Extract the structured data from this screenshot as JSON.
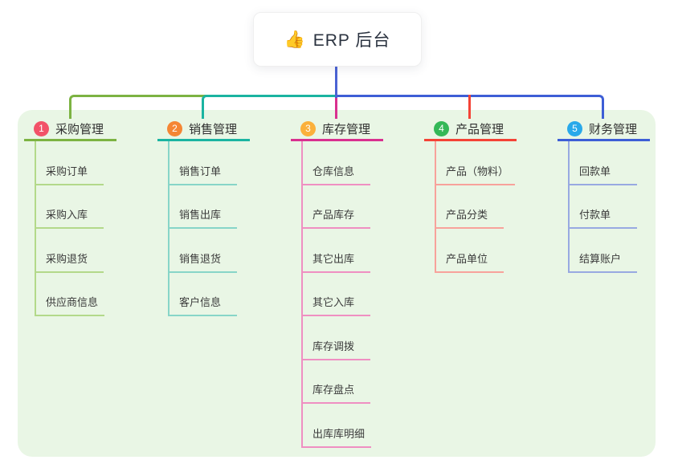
{
  "root": {
    "icon": "👍",
    "title": "ERP 后台",
    "line_color": "#4b63d4"
  },
  "panel_color": "#e9f6e5",
  "branches": [
    {
      "index": "1",
      "title": "采购管理",
      "badge_color": "#f25268",
      "color": "#7cb342",
      "light_color": "#b3d98a",
      "children": [
        "采购订单",
        "采购入库",
        "采购退货",
        "供应商信息"
      ]
    },
    {
      "index": "2",
      "title": "销售管理",
      "badge_color": "#f58634",
      "color": "#1bb4a1",
      "light_color": "#87d5c8",
      "children": [
        "销售订单",
        "销售出库",
        "销售退货",
        "客户信息"
      ]
    },
    {
      "index": "3",
      "title": "库存管理",
      "badge_color": "#fbb03b",
      "color": "#d9308f",
      "light_color": "#ef8fc2",
      "children": [
        "仓库信息",
        "产品库存",
        "其它出库",
        "其它入库",
        "库存调拨",
        "库存盘点",
        "出库库明细"
      ]
    },
    {
      "index": "4",
      "title": "产品管理",
      "badge_color": "#34b857",
      "color": "#f44336",
      "light_color": "#f8a29b",
      "children": [
        "产品（物料）",
        "产品分类",
        "产品单位"
      ]
    },
    {
      "index": "5",
      "title": "财务管理",
      "badge_color": "#29a9ea",
      "color": "#3d5ed6",
      "light_color": "#98a9e1",
      "children": [
        "回款单",
        "付款单",
        "结算账户"
      ]
    }
  ]
}
